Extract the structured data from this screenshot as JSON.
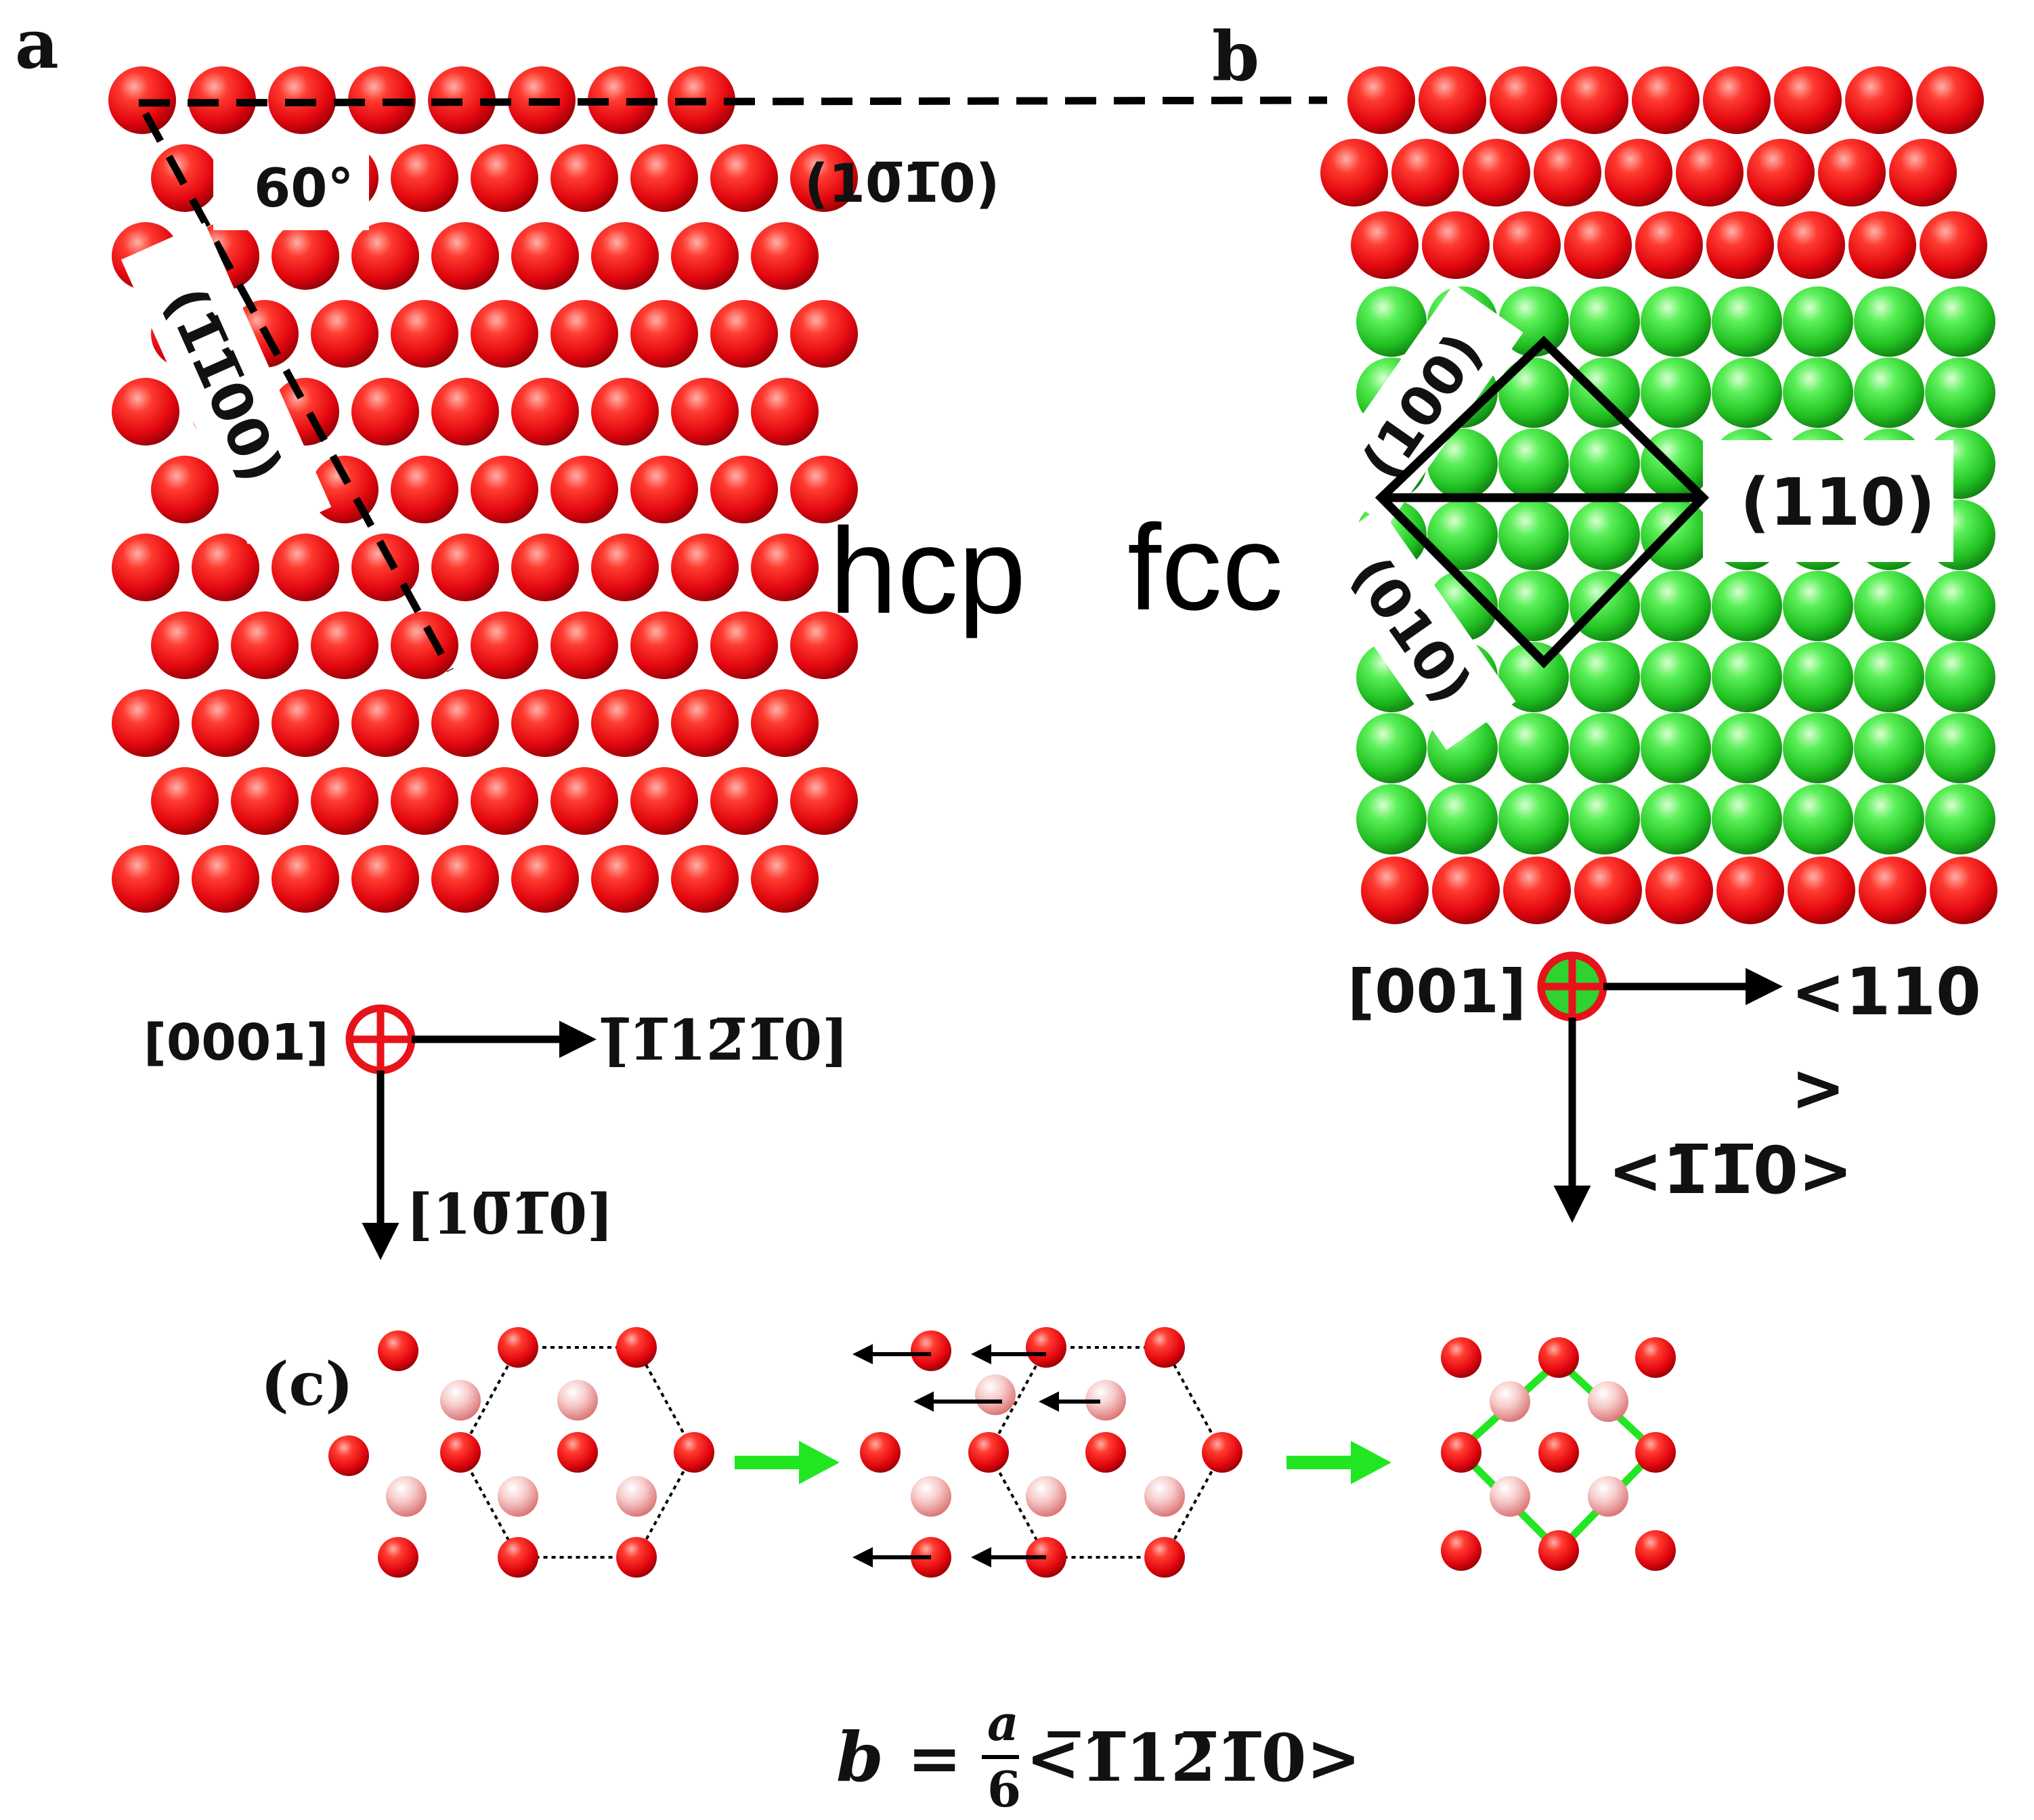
{
  "panels": {
    "a": "a",
    "b": "b",
    "c": "(c)"
  },
  "labels": {
    "hcp": "hcp",
    "fcc": "fcc",
    "angle": "60°",
    "plane_basal_edge": "(10̅1̅0)",
    "plane_prism": "(1̅1̅00)",
    "plane_100": "(100)",
    "plane_010": "(010)",
    "plane_110": "(110)"
  },
  "axes_hcp": {
    "view": "[0001]",
    "right": "[̅1̅12̅1̅0]",
    "down": "[10̅1̅0]"
  },
  "axes_fcc": {
    "view": "[001]",
    "right_line1": "<110",
    "right_line2": ">",
    "down": "<1̅1̅0>"
  },
  "formula": {
    "lhs": "b",
    "eq": "=",
    "num": "a",
    "den": "6",
    "vec": "<̅1̅12̅1̅0>"
  },
  "colors": {
    "hcp_atom": "#e8121a",
    "fcc_atom": "#2fd22f",
    "transition_arrow": "#22e622",
    "shaded_atom": "#f2b8b8"
  },
  "icons": [
    "view-direction-into-page-icon",
    "arrow-icon",
    "hexagon-outline",
    "square-outline"
  ]
}
